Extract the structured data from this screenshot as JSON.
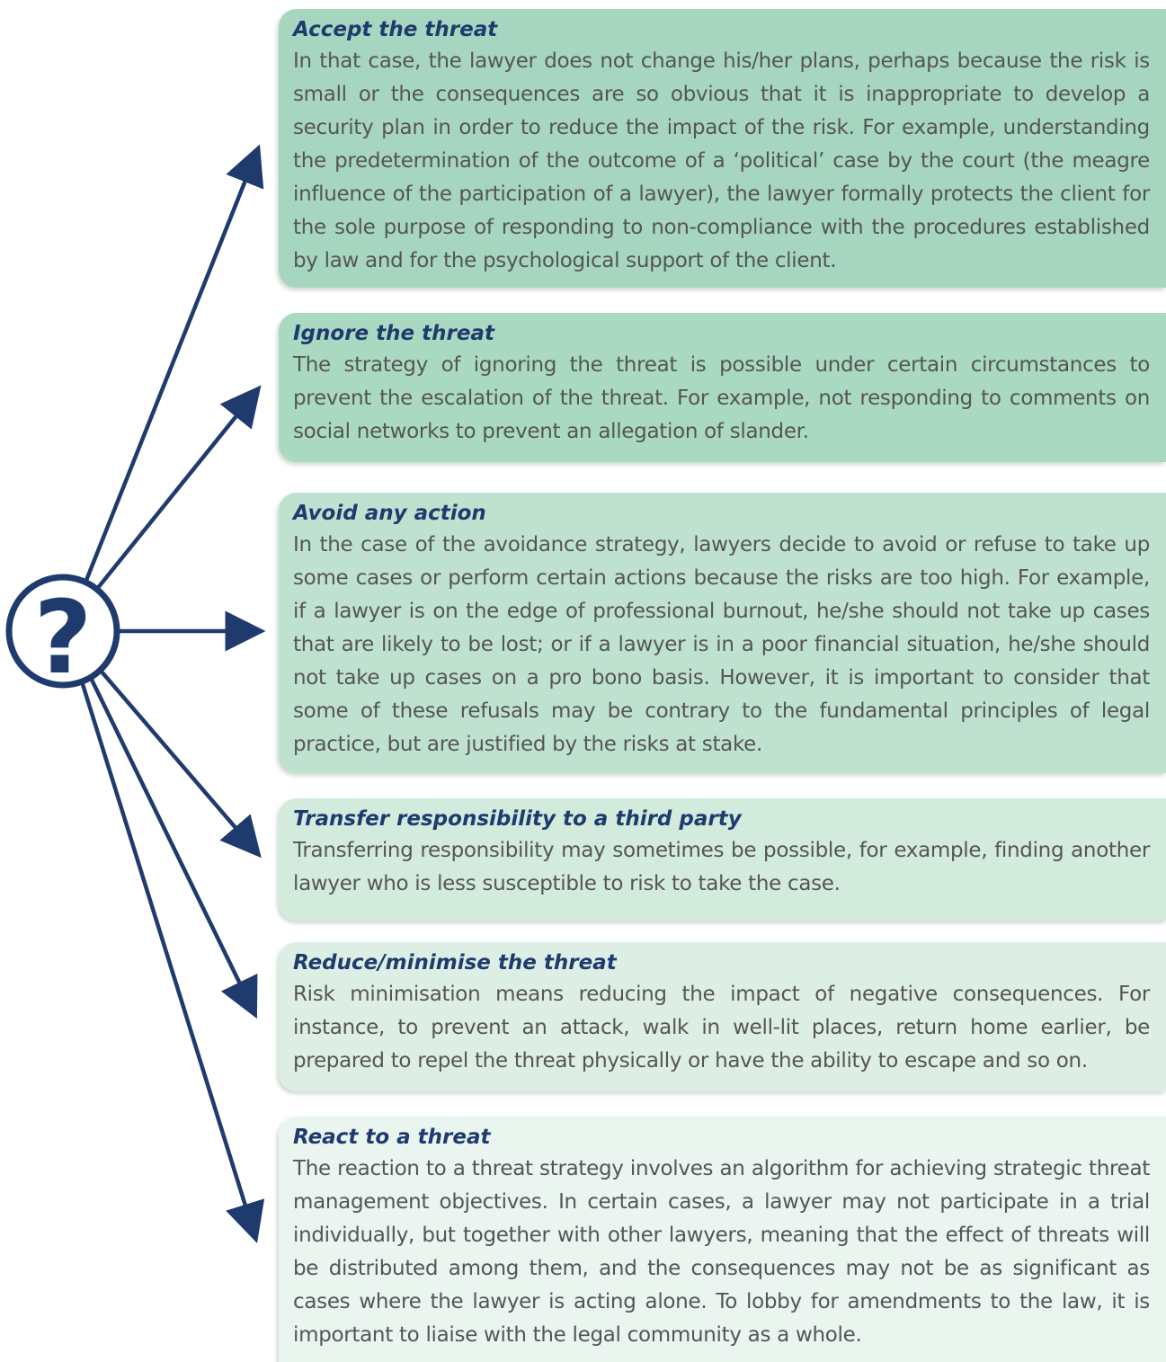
{
  "hub": {
    "symbol": "?"
  },
  "colors": {
    "navy": "#1f3b6e",
    "text": "#555555"
  },
  "strategies": [
    {
      "title": "Accept the threat",
      "text": "In that case, the lawyer does not change his/her plans, perhaps because the risk is small or the consequences are so obvious that it is inappropriate to develop a security plan in order to reduce the impact of the risk. For example, understanding the predetermination of the outcome of a ‘political’ case by the court (the meagre influence of the participation of a lawyer), the lawyer formally protects the client for the sole purpose of responding to non-compliance with the procedures established by law and for the psychological support of the client."
    },
    {
      "title": "Ignore the threat",
      "text": "The strategy of ignoring the threat is possible under certain circumstances to prevent the escalation of the threat. For example, not responding to comments on social networks to prevent an allegation of slander."
    },
    {
      "title": "Avoid any action",
      "text": "In the case of the avoidance strategy, lawyers decide to avoid or refuse to take up some cases or perform certain actions because the risks are too high. For example, if a lawyer is on the edge of professional burnout, he/she should not take up cases that are likely to be lost; or if a lawyer is in a poor financial situation, he/she should not take up cases on a pro bono basis. However, it is important to consider that some of these refusals may be contrary to the fundamental principles of legal practice, but are justified by the risks at stake."
    },
    {
      "title": "Transfer responsibility to a third party",
      "text": "Transferring responsibility may sometimes be possible, for example, finding another lawyer who is less susceptible to risk to take the case."
    },
    {
      "title": "Reduce/minimise the threat",
      "text": "Risk minimisation means reducing the impact of negative consequences. For instance, to prevent an attack, walk in well-lit places, return home earlier, be prepared to repel the threat physically or have the ability to escape and so on."
    },
    {
      "title": "React to a threat",
      "text": "The reaction to a threat strategy involves an algorithm for achieving strategic threat management objectives. In certain cases, a lawyer may not participate in a trial individually, but together with other lawyers, meaning that the effect of threats will be distributed among them, and the consequences may not be as significant as cases where the lawyer is acting alone. To lobby for amendments to the law, it is important to liaise with the legal community as a whole."
    }
  ]
}
